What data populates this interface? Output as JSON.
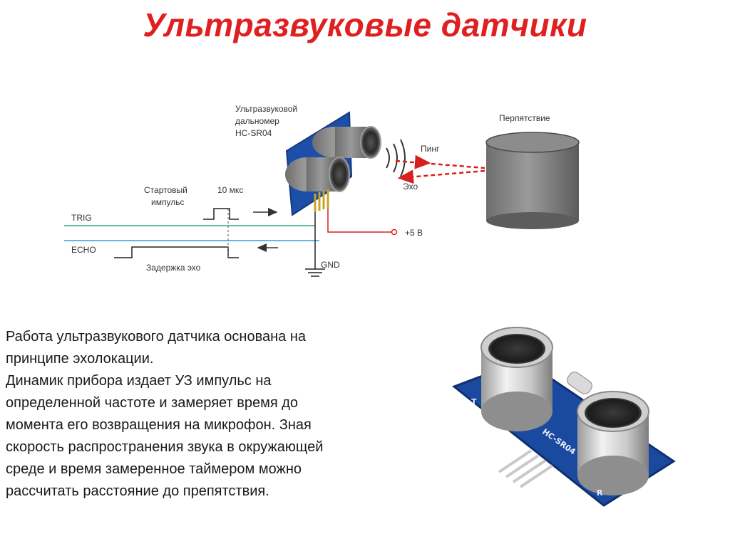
{
  "slide": {
    "title": "Ультразвуковые датчики"
  },
  "diagram": {
    "sensor_label": [
      "Ультразвуковой",
      "дальномер",
      "HC-SR04"
    ],
    "obstacle_label": "Перпятствие",
    "ping_label": "Пинг",
    "echo_label": "Эхо",
    "start_pulse_label": [
      "Стартовый",
      "импульс"
    ],
    "pulse_duration_label": "10 мкс",
    "trig_label": "TRIG",
    "echo_pin_label": "ECHO",
    "echo_delay_label": "Задержка эхо",
    "power_label": "+5 В",
    "ground_label": "GND",
    "colors": {
      "trig_line": "#3aa676",
      "echo_line": "#3a9bd8",
      "ping_beam": "#d62020",
      "power_line": "#d62020",
      "pcb": "#1d4fa8",
      "obstacle": "#7a7a7a"
    }
  },
  "description": {
    "lines": [
      "Работа ультразвукового датчика основана на",
      "принципе эхолокации.",
      "Динамик прибора издает УЗ импульс на",
      "определенной частоте и замеряет время до",
      "момента его возвращения на микрофон. Зная",
      "скорость распространения звука в окружающей",
      "среде и время замеренное таймером можно",
      "рассчитать расстояние до препятствия."
    ]
  },
  "photo": {
    "board_label": "HC-SR04",
    "marks": [
      "T",
      "R"
    ]
  }
}
